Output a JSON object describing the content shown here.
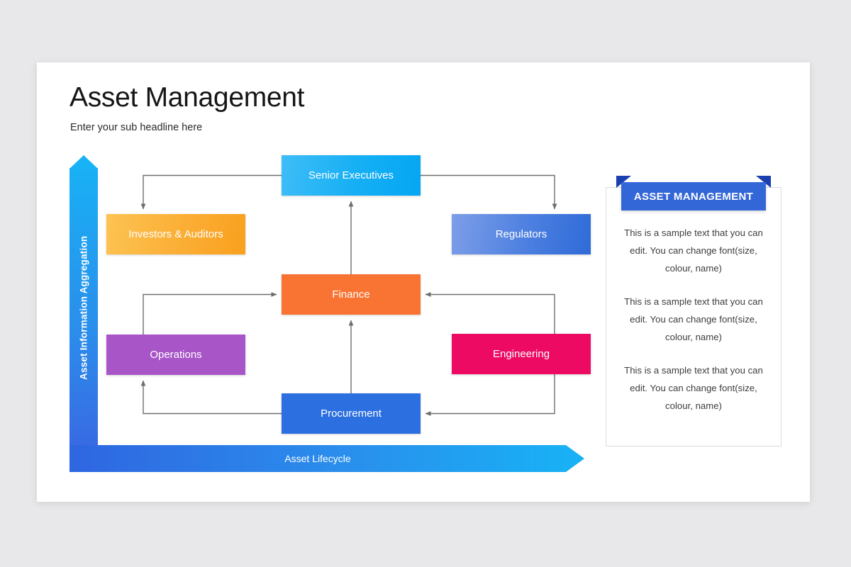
{
  "slide": {
    "title": "Asset Management",
    "subtitle": "Enter your sub headline here"
  },
  "diagram": {
    "vertical_arrow_label": "Asset Information Aggregation",
    "horizontal_arrow_label": "Asset Lifecycle",
    "nodes": [
      {
        "id": "senior-executives",
        "label": "Senior Executives",
        "color": "#15aff4"
      },
      {
        "id": "investors-auditors",
        "label": "Investors & Auditors",
        "color": "#fbae35"
      },
      {
        "id": "regulators",
        "label": "Regulators",
        "color": "#4c7fe0"
      },
      {
        "id": "finance",
        "label": "Finance",
        "color": "#f97432"
      },
      {
        "id": "operations",
        "label": "Operations",
        "color": "#a855c8"
      },
      {
        "id": "engineering",
        "label": "Engineering",
        "color": "#ed0a63"
      },
      {
        "id": "procurement",
        "label": "Procurement",
        "color": "#2b6fe0"
      }
    ],
    "connector_color": "#6e6e6e"
  },
  "panel": {
    "ribbon_title": "ASSET MANAGEMENT",
    "ribbon_color": "#3366d6",
    "ribbon_fold_color": "#1a3fae",
    "paragraphs": [
      "This is a sample text that you can edit. You can change font(size, colour, name)",
      "This is a sample text that you can edit. You can change font(size, colour, name)",
      "This is a sample text that you can edit. You can change font(size, colour, name)"
    ]
  }
}
